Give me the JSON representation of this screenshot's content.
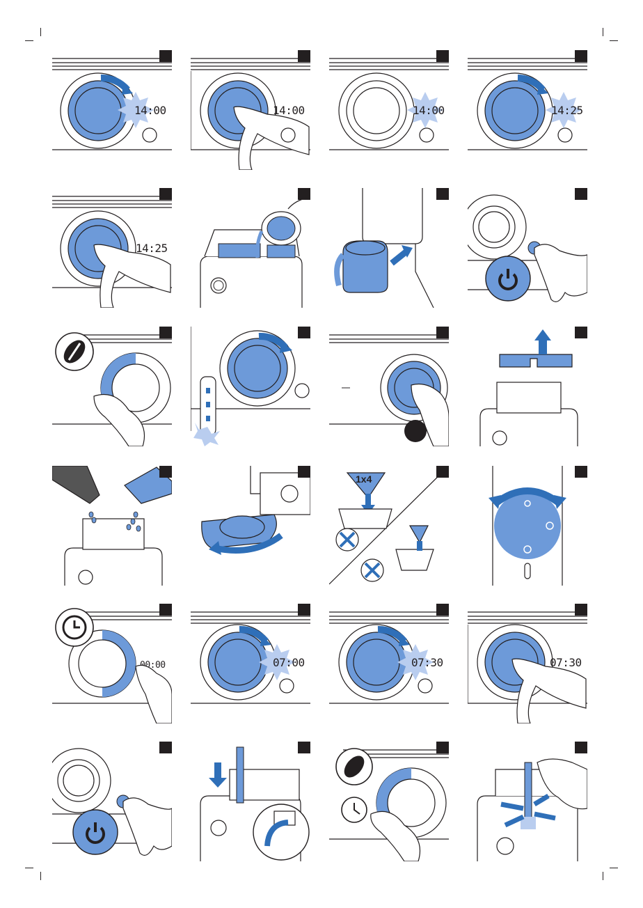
{
  "page": {
    "background": "#ffffff"
  },
  "colors": {
    "accent_blue": "#6d9ad9",
    "arrow_blue": "#2f6fb8",
    "line": "#231f20",
    "star": "#b9cdef"
  },
  "panels": [
    {
      "id": 1,
      "display_time": "14:00",
      "icons": [
        "dial",
        "clockwise-arrow-icon",
        "flash-burst"
      ]
    },
    {
      "id": 2,
      "display_time": "14:00",
      "icons": [
        "dial",
        "finger-press-icon"
      ]
    },
    {
      "id": 3,
      "display_time": "14:00",
      "icons": [
        "dial",
        "flash-burst"
      ]
    },
    {
      "id": 4,
      "display_time": "14:25",
      "icons": [
        "dial",
        "clockwise-arrow-icon",
        "flash-burst"
      ]
    },
    {
      "id": 5,
      "display_time": "14:25",
      "icons": [
        "dial",
        "finger-press-icon"
      ]
    },
    {
      "id": 6,
      "icons": [
        "kettle-pour-icon",
        "coffee-maker-icon"
      ]
    },
    {
      "id": 7,
      "icons": [
        "carafe-insert-icon",
        "arrow-icon"
      ]
    },
    {
      "id": 8,
      "icons": [
        "power-button-icon",
        "finger-press-icon"
      ]
    },
    {
      "id": 9,
      "icons": [
        "coffee-bean-icon",
        "dial-rotate-icon"
      ]
    },
    {
      "id": 10,
      "icons": [
        "strength-indicator-icon",
        "clockwise-arrow-icon"
      ]
    },
    {
      "id": 11,
      "icons": [
        "dial",
        "finger-press-icon",
        "ground-coffee-icon"
      ]
    },
    {
      "id": 12,
      "icons": [
        "lid-lift-icon",
        "up-arrow-icon"
      ]
    },
    {
      "id": 13,
      "icons": [
        "bean-bag-pour-icon"
      ]
    },
    {
      "id": 14,
      "icons": [
        "filter-holder-swing-icon"
      ]
    },
    {
      "id": 15,
      "filter_label": "1x4",
      "icons": [
        "paper-filter-icon",
        "cross-icon"
      ]
    },
    {
      "id": 16,
      "icons": [
        "grind-selector-icon",
        "double-arrow-icon"
      ]
    },
    {
      "id": 17,
      "display_time": "00:00",
      "icons": [
        "clock-icon",
        "dial"
      ]
    },
    {
      "id": 18,
      "display_time": "07:00",
      "icons": [
        "dial",
        "clockwise-arrow-icon",
        "flash-burst"
      ]
    },
    {
      "id": 19,
      "display_time": "07:30",
      "icons": [
        "dial",
        "clockwise-arrow-icon",
        "flash-burst"
      ]
    },
    {
      "id": 20,
      "display_time": "07:30",
      "icons": [
        "dial",
        "finger-press-icon"
      ]
    },
    {
      "id": 21,
      "icons": [
        "power-button-icon",
        "finger-press-icon"
      ]
    },
    {
      "id": 22,
      "icons": [
        "water-filter-insert-icon",
        "down-arrow-icon"
      ]
    },
    {
      "id": 23,
      "icons": [
        "coffee-bean-icon",
        "timer-icon",
        "dial-rotate-icon"
      ]
    },
    {
      "id": 24,
      "icons": [
        "water-filter-remove-icon",
        "arrows-out-icon"
      ]
    }
  ]
}
